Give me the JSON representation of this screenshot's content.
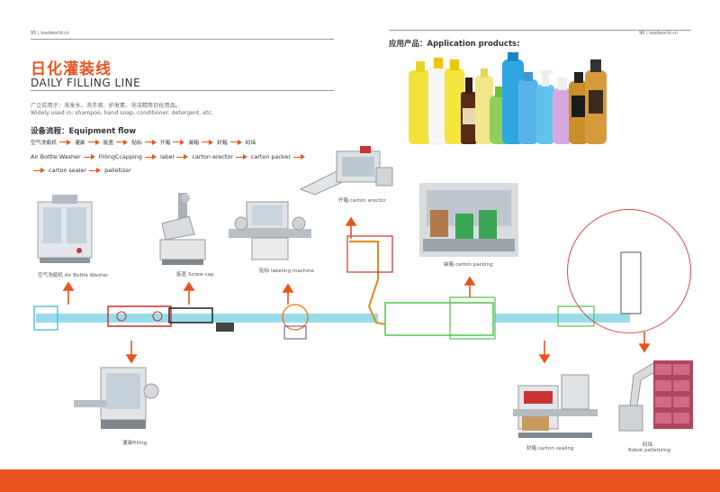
{
  "header": {
    "left_page": "95 | leadworld.cn",
    "right_page": "96 | leadworld.cn"
  },
  "title_cn": "日化灌装线",
  "title_en": "DAILY FILLING LINE",
  "description": {
    "cn": "广泛应用于：洗发水、洗手液、护发素、洗洁精等日化用品。",
    "en": "Widely used in: shampoo, hand soap, conditioner, detergent, etc."
  },
  "flow": {
    "title": "设备流程：Equipment flow",
    "cn_steps": [
      "空气洗瓶机",
      "灌装",
      "旋盖",
      "贴标",
      "开箱",
      "装箱",
      "封箱",
      "码垛"
    ],
    "en_row1": [
      "Air Bottle Washer",
      "FillingCcapping",
      "label",
      "carton erector",
      "carton packer"
    ],
    "en_row2": [
      "carton sealer",
      "palletizer"
    ]
  },
  "application": {
    "title": "应用产品：Application products:"
  },
  "machines": {
    "washer": "空气洗瓶机 Air Bottle Washer",
    "screw_cap": "旋盖  Screw cap",
    "labeling": "贴标 labeling machine",
    "carton_erector": "开箱 carton erector",
    "carton_packing": "装箱  carton packing",
    "filling": "灌装Filling",
    "carton_sealing": "封箱 carton sealing",
    "robot_cn": "码垛",
    "robot_en": "Robot palletizing"
  },
  "colors": {
    "accent": "#e8541f",
    "conveyor": "#7ed3e6",
    "green_line": "#4fc44f",
    "orange_line": "#f0a040",
    "red_line": "#d03030"
  }
}
